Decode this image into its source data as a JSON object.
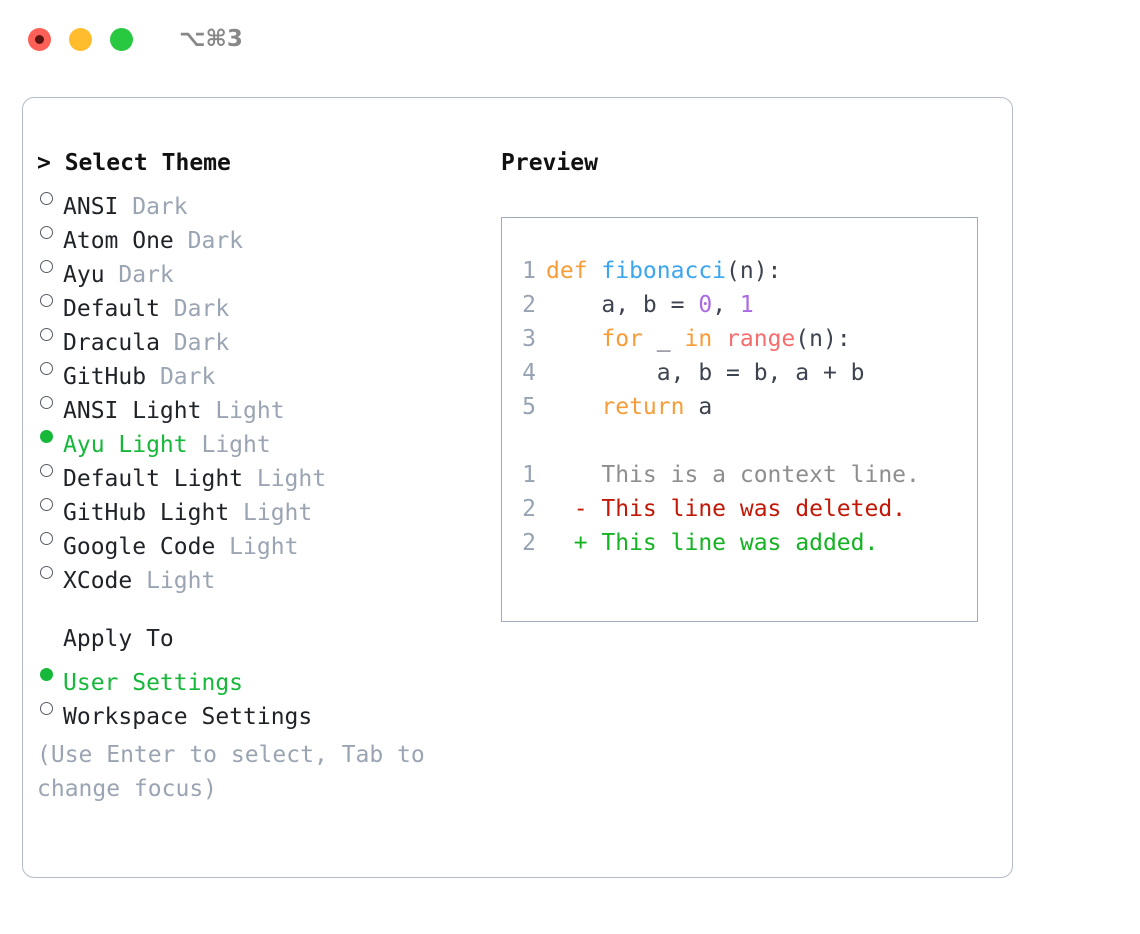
{
  "titlebar": {
    "shortcut": "⌥⌘3",
    "lights": [
      "close-red",
      "minimize-yellow",
      "maximize-green"
    ]
  },
  "left": {
    "prompt": "> Select Theme",
    "themes": [
      {
        "marker": "○",
        "selected": false,
        "name": "ANSI",
        "suffix": "Dark"
      },
      {
        "marker": "○",
        "selected": false,
        "name": "Atom One",
        "suffix": "Dark"
      },
      {
        "marker": "○",
        "selected": false,
        "name": "Ayu",
        "suffix": "Dark"
      },
      {
        "marker": "○",
        "selected": false,
        "name": "Default",
        "suffix": "Dark"
      },
      {
        "marker": "○",
        "selected": false,
        "name": "Dracula",
        "suffix": "Dark"
      },
      {
        "marker": "○",
        "selected": false,
        "name": "GitHub",
        "suffix": "Dark"
      },
      {
        "marker": "○",
        "selected": false,
        "name": "ANSI Light",
        "suffix": "Light"
      },
      {
        "marker": "●",
        "selected": true,
        "name": "Ayu Light",
        "suffix": "Light"
      },
      {
        "marker": "○",
        "selected": false,
        "name": "Default Light",
        "suffix": "Light"
      },
      {
        "marker": "○",
        "selected": false,
        "name": "GitHub Light",
        "suffix": "Light"
      },
      {
        "marker": "○",
        "selected": false,
        "name": "Google Code",
        "suffix": "Light"
      },
      {
        "marker": "○",
        "selected": false,
        "name": "XCode",
        "suffix": "Light"
      }
    ],
    "apply_to_header": "Apply To",
    "apply_to": [
      {
        "marker": "●",
        "selected": true,
        "name": "User Settings"
      },
      {
        "marker": "○",
        "selected": false,
        "name": "Workspace Settings"
      }
    ],
    "hint": "(Use Enter to select, Tab to change focus)"
  },
  "preview": {
    "title": "Preview",
    "code_lines": [
      {
        "number": "1",
        "tokens": [
          {
            "text": "def ",
            "type": "kw"
          },
          {
            "text": "fibonacci",
            "type": "fn"
          },
          {
            "text": "(n):",
            "type": "plain"
          }
        ]
      },
      {
        "number": "2",
        "tokens": [
          {
            "text": "    a, b = ",
            "type": "plain"
          },
          {
            "text": "0",
            "type": "num"
          },
          {
            "text": ", ",
            "type": "plain"
          },
          {
            "text": "1",
            "type": "num"
          }
        ]
      },
      {
        "number": "3",
        "tokens": [
          {
            "text": "    ",
            "type": "plain"
          },
          {
            "text": "for",
            "type": "kw"
          },
          {
            "text": " _ ",
            "type": "plain"
          },
          {
            "text": "in",
            "type": "kw"
          },
          {
            "text": " ",
            "type": "plain"
          },
          {
            "text": "range",
            "type": "builtin"
          },
          {
            "text": "(n):",
            "type": "plain"
          }
        ]
      },
      {
        "number": "4",
        "tokens": [
          {
            "text": "        a, b = b, a + b",
            "type": "plain"
          }
        ]
      },
      {
        "number": "5",
        "tokens": [
          {
            "text": "    ",
            "type": "plain"
          },
          {
            "text": "return",
            "type": "kw"
          },
          {
            "text": " a",
            "type": "plain"
          }
        ]
      }
    ],
    "diff_lines": [
      {
        "number": "1",
        "sign": " ",
        "text": "This is a context line.",
        "type": "ctx"
      },
      {
        "number": "2",
        "sign": "-",
        "text": "This line was deleted.",
        "type": "del"
      },
      {
        "number": "2",
        "sign": "+",
        "text": "This line was added.",
        "type": "add"
      }
    ]
  },
  "colors": {
    "accent_green": "#16b83a",
    "muted_gray": "#9aa4b2",
    "keyword_orange": "#f79c38",
    "function_blue": "#3aa6f0",
    "number_purple": "#a96ae2",
    "builtin_red": "#f76d6d",
    "diff_delete": "#c21807",
    "diff_add": "#13b321",
    "border": "#b3bcc8"
  }
}
